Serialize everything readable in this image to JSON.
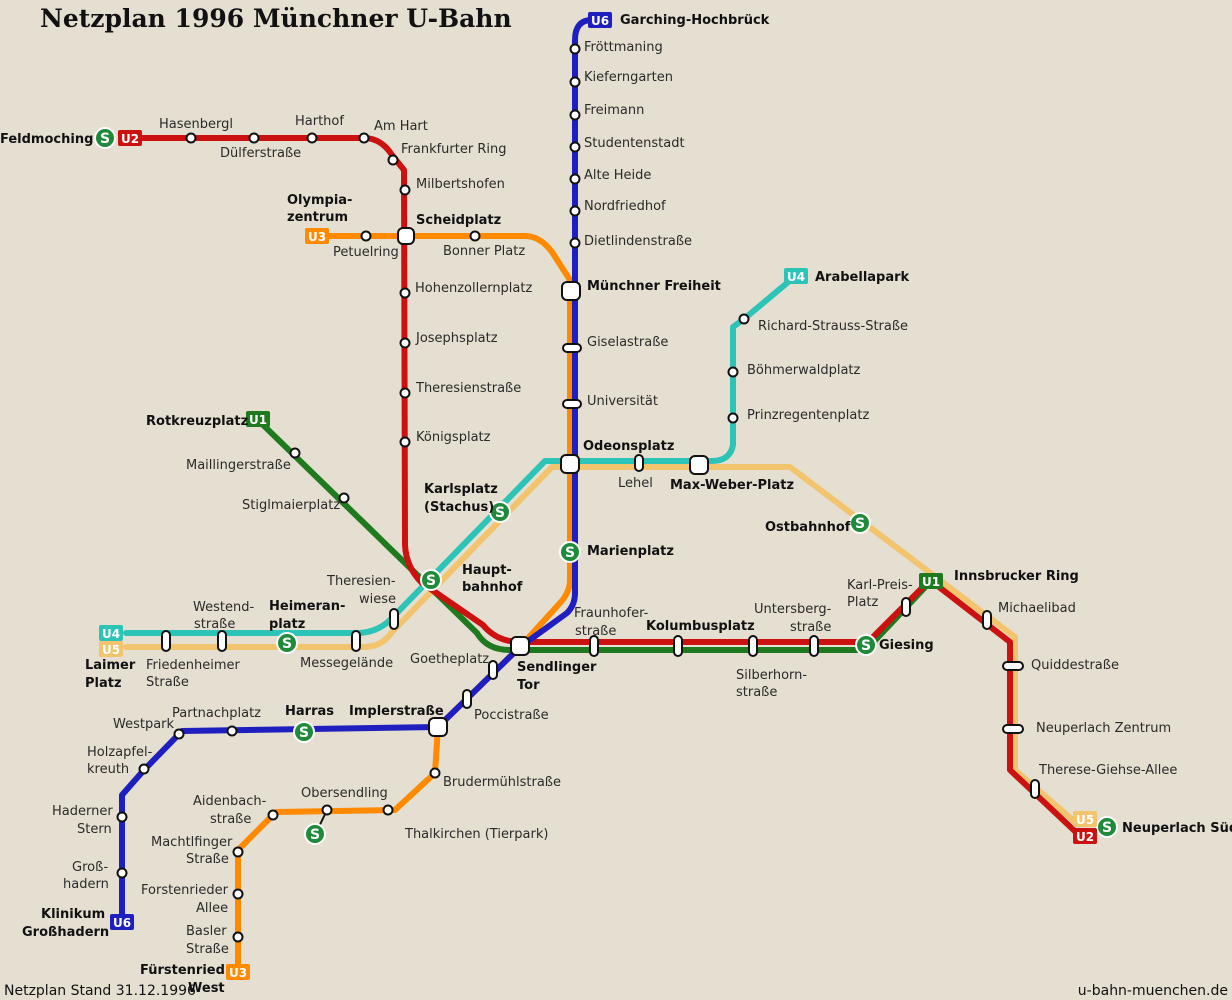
{
  "title": "Netzplan 1996 Münchner U-Bahn",
  "footer": {
    "left": "Netzplan Stand 31.12.1996",
    "right": "u-bahn-muenchen.de"
  },
  "colors": {
    "U1": "#1f7a1f",
    "U2": "#cc1111",
    "U3": "#ff8a00",
    "U4": "#2cc4b6",
    "U5": "#f3c46e",
    "U6": "#1f1fbf",
    "sbahn": "#1f8a3a",
    "background": "#e4dfd1"
  },
  "line_badges": {
    "u6_north": "U6",
    "u6_south": "U6",
    "u2_west": "U2",
    "u2_east": "U2",
    "u3_west": "U3",
    "u3_south": "U3",
    "u4_west": "U4",
    "u4_east": "U4",
    "u5_west": "U5",
    "u5_east": "U5",
    "u1_north": "U1",
    "u1_east": "U1"
  },
  "sbahn_symbol": "S",
  "stations": {
    "garching_hochbrueck": "Garching-Hochbrück",
    "froettmaning": "Fröttmaning",
    "kieferngarten": "Kieferngarten",
    "freimann": "Freimann",
    "studentenstadt": "Studentenstadt",
    "alte_heide": "Alte Heide",
    "nordfriedhof": "Nordfriedhof",
    "dietlindenstrasse": "Dietlindenstraße",
    "muenchner_freiheit": "Münchner Freiheit",
    "giselastrasse": "Giselastraße",
    "universitaet": "Universität",
    "odeonsplatz": "Odeonsplatz",
    "marienplatz": "Marienplatz",
    "sendlinger_tor_1": "Sendlinger",
    "sendlinger_tor_2": "Tor",
    "goetheplatz": "Goetheplatz",
    "poccistrasse": "Poccistraße",
    "implerstrasse": "Implerstraße",
    "harras": "Harras",
    "partnachplatz": "Partnachplatz",
    "westpark": "Westpark",
    "holzapfelkreuth_1": "Holzapfel-",
    "holzapfelkreuth_2": "kreuth",
    "haderner_stern_1": "Haderner",
    "haderner_stern_2": "Stern",
    "grosshadern_1": "Groß-",
    "grosshadern_2": "hadern",
    "klinikum_1": "Klinikum",
    "klinikum_2": "Großhadern",
    "feldmoching": "Feldmoching",
    "hasenbergl": "Hasenbergl",
    "duelferstrasse": "Dülferstraße",
    "harthof": "Harthof",
    "am_hart": "Am Hart",
    "frankfurter_ring": "Frankfurter Ring",
    "milbertshofen": "Milbertshofen",
    "scheidplatz": "Scheidplatz",
    "hohenzollernplatz": "Hohenzollernplatz",
    "josephsplatz": "Josephsplatz",
    "theresienstrasse": "Theresienstraße",
    "koenigsplatz": "Königsplatz",
    "hauptbahnhof_1": "Haupt-",
    "hauptbahnhof_2": "bahnhof",
    "fraunhoferstrasse_1": "Fraunhofer-",
    "fraunhoferstrasse_2": "straße",
    "kolumbusplatz": "Kolumbusplatz",
    "silberhornstrasse_1": "Silberhorn-",
    "silberhornstrasse_2": "straße",
    "untersbergstrasse_1": "Untersberg-",
    "untersbergstrasse_2": "straße",
    "giesing": "Giesing",
    "karl_preis_platz_1": "Karl-Preis-",
    "karl_preis_platz_2": "Platz",
    "innsbrucker_ring": "Innsbrucker Ring",
    "michaelibad": "Michaelibad",
    "quiddestrasse": "Quiddestraße",
    "neuperlach_zentrum": "Neuperlach Zentrum",
    "therese_giehse_allee": "Therese-Giehse-Allee",
    "neuperlach_sued": "Neuperlach Süd",
    "olympiazentrum_1": "Olympia-",
    "olympiazentrum_2": "zentrum",
    "petuelring": "Petuelring",
    "bonner_platz": "Bonner Platz",
    "brudermuehlstrasse": "Brudermühlstraße",
    "thalkirchen": "Thalkirchen (Tierpark)",
    "obersendling": "Obersendling",
    "aidenbachstrasse_1": "Aidenbach-",
    "aidenbachstrasse_2": "straße",
    "machtlfinger_1": "Machtlfinger",
    "machtlfinger_2": "Straße",
    "forstenrieder_allee_1": "Forstenrieder",
    "forstenrieder_allee_2": "Allee",
    "basler_1": "Basler",
    "basler_2": "Straße",
    "fuerstenried_1": "Fürstenried",
    "fuerstenried_2": "West",
    "arabellapark": "Arabellapark",
    "richard_strauss": "Richard-Strauss-Straße",
    "boehmerwaldplatz": "Böhmerwaldplatz",
    "prinzregentenplatz": "Prinzregentenplatz",
    "max_weber_platz": "Max-Weber-Platz",
    "lehel": "Lehel",
    "karlsplatz_1": "Karlsplatz",
    "karlsplatz_2": "(Stachus)",
    "theresienwiese_1": "Theresien-",
    "theresienwiese_2": "wiese",
    "heimeranplatz_1": "Heimeran-",
    "heimeranplatz_2": "platz",
    "westendstrasse_1": "Westend-",
    "westendstrasse_2": "straße",
    "friedenheimer_1": "Friedenheimer",
    "friedenheimer_2": "Straße",
    "laimer_platz_1": "Laimer",
    "laimer_platz_2": "Platz",
    "messegelaende": "Messegelände",
    "ostbahnhof": "Ostbahnhof",
    "rotkreuzplatz": "Rotkreuzplatz",
    "maillingerstrasse": "Maillingerstraße",
    "stiglmaierplatz": "Stiglmaierplatz"
  }
}
